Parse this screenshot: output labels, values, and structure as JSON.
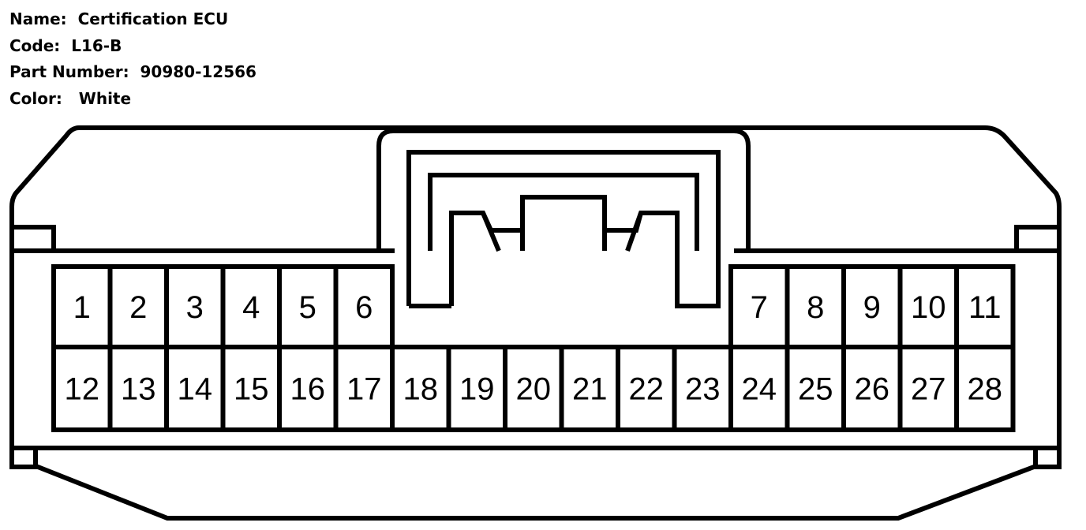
{
  "info": {
    "name_label": "Name:",
    "name_value": "Certification ECU",
    "code_label": "Code:",
    "code_value": "L16-B",
    "part_label": "Part Number:",
    "part_value": "90980-12566",
    "color_label": "Color:",
    "color_value": "White"
  },
  "connector": {
    "top_row_pins": [
      "1",
      "2",
      "3",
      "4",
      "5",
      "6",
      "",
      "",
      "",
      "",
      "",
      "",
      "7",
      "8",
      "9",
      "10",
      "11"
    ],
    "bottom_row_pins": [
      "12",
      "13",
      "14",
      "15",
      "16",
      "17",
      "18",
      "19",
      "20",
      "21",
      "22",
      "23",
      "24",
      "25",
      "26",
      "27",
      "28"
    ],
    "stroke_color": "#000000",
    "fill_color": "#ffffff"
  }
}
